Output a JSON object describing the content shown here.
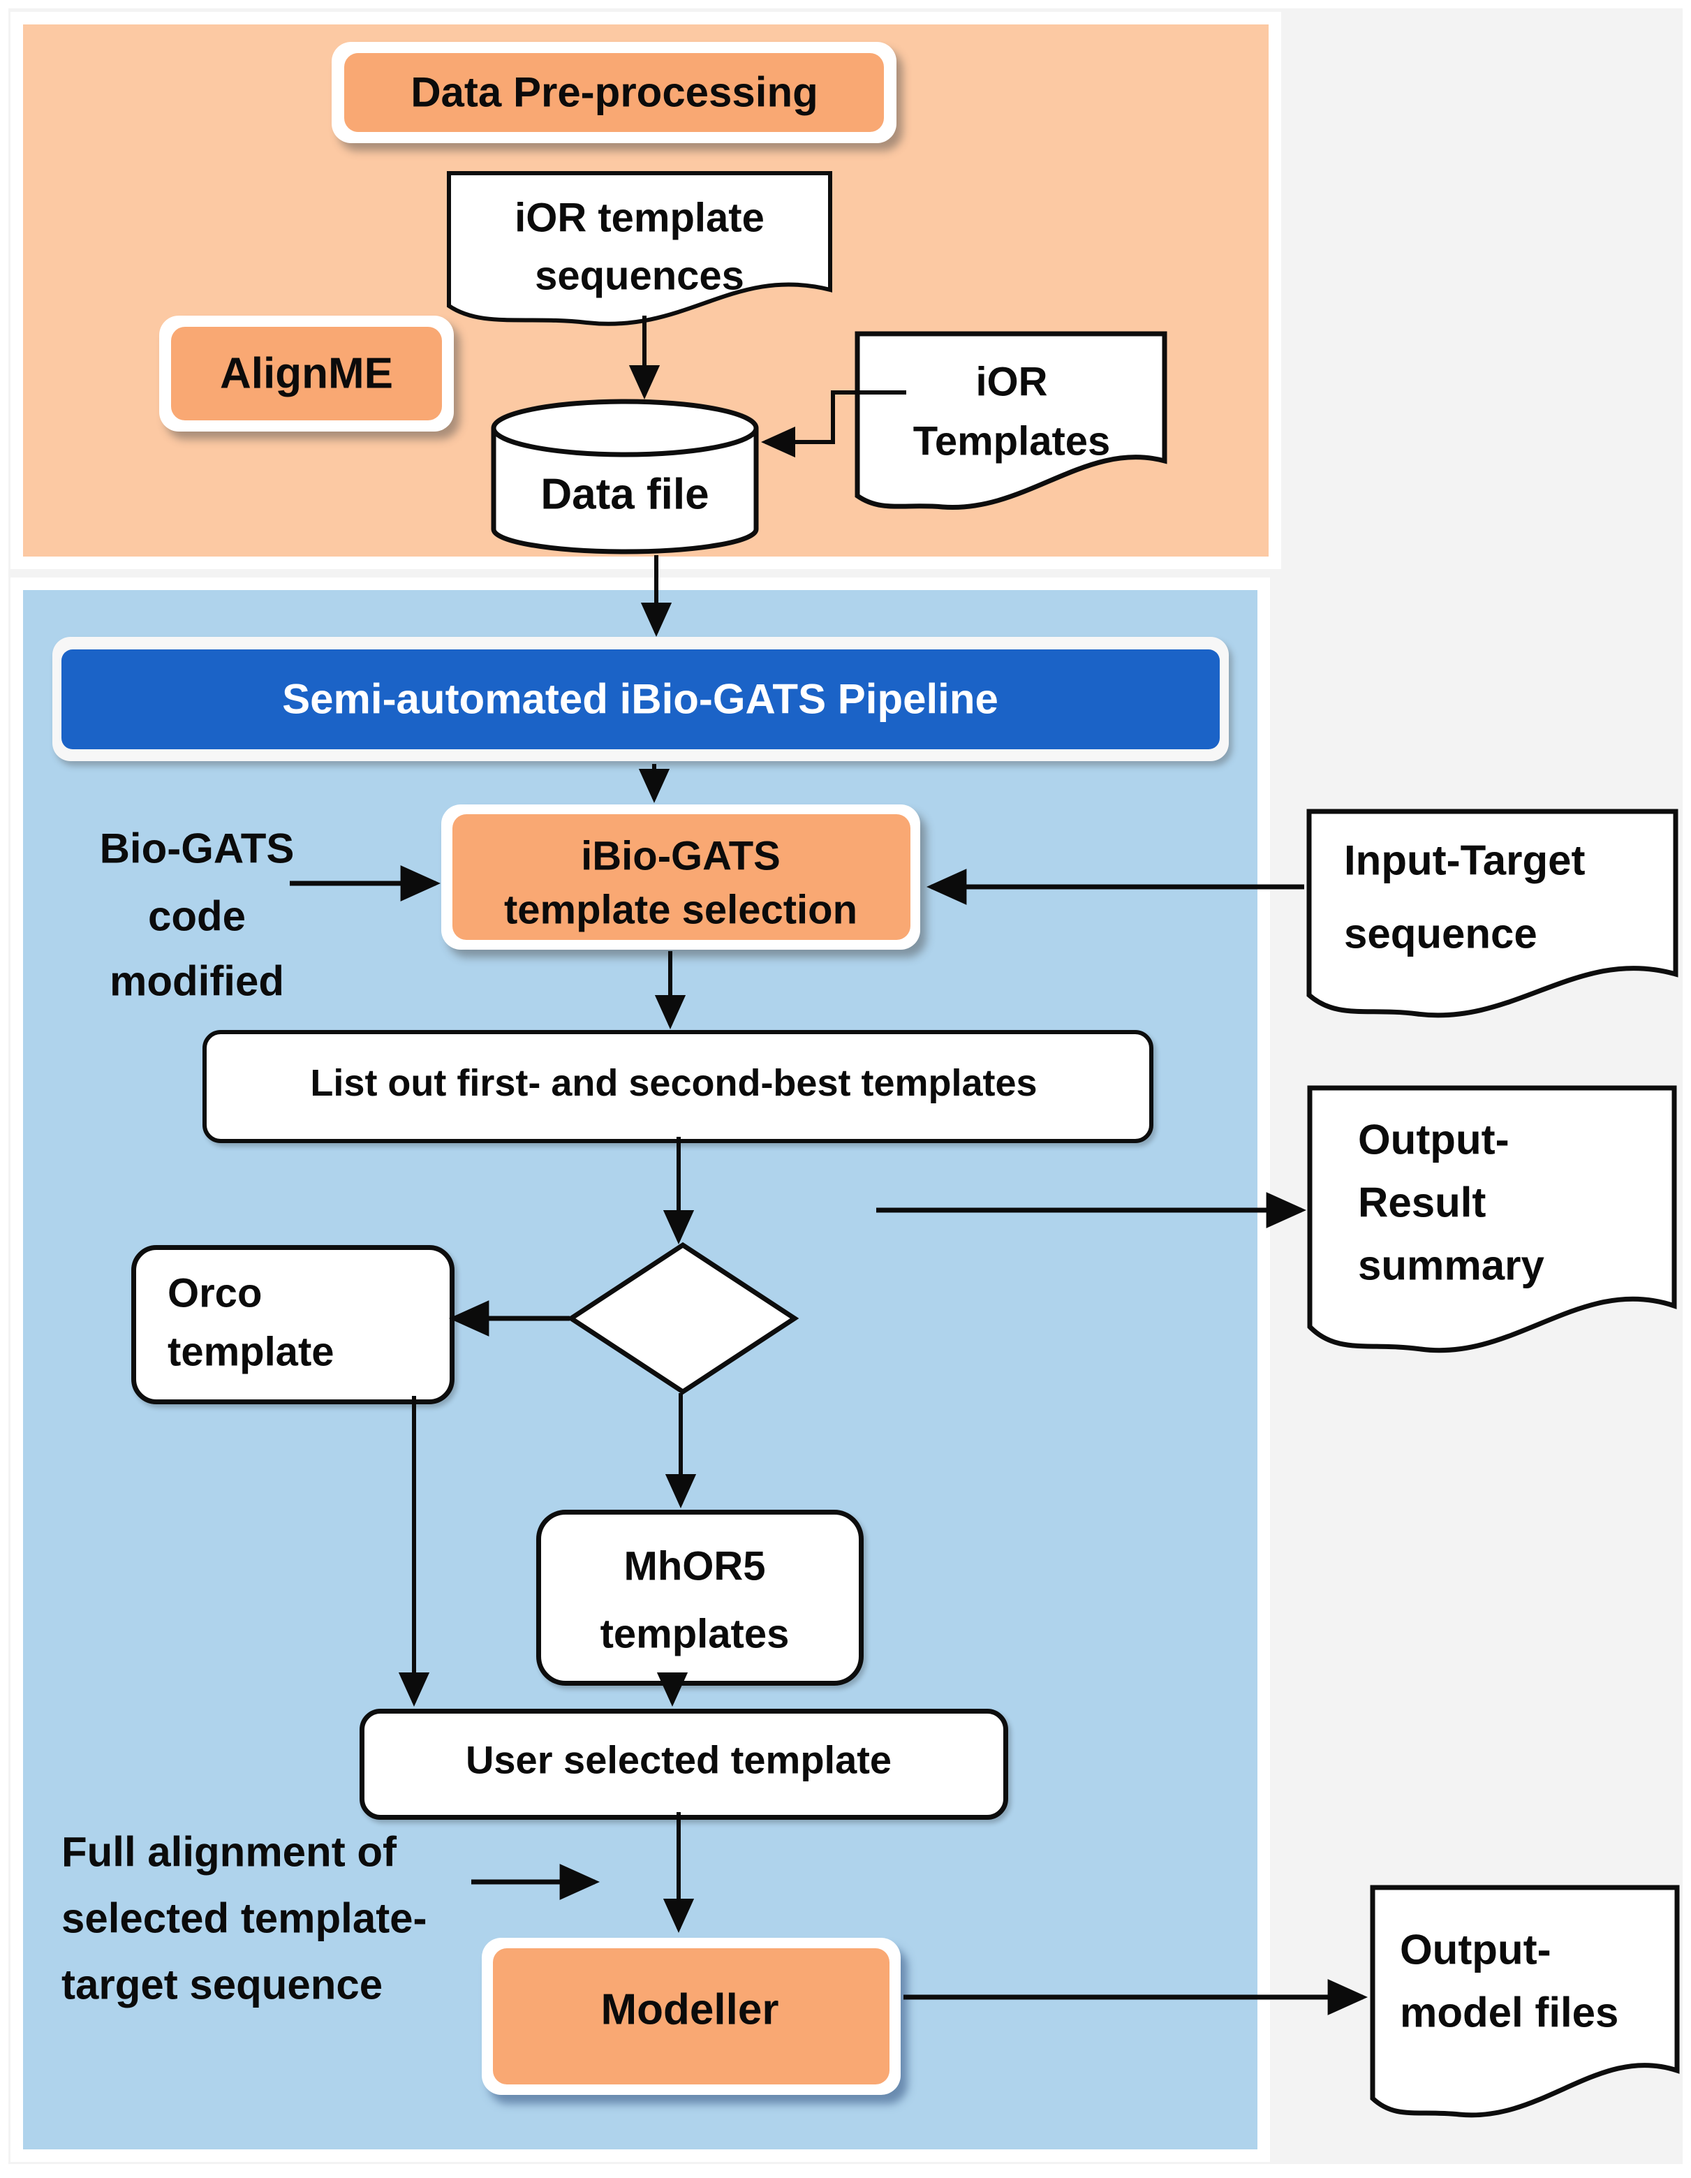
{
  "colors": {
    "panel_orange": "#fcc9a3",
    "panel_blue": "#afd3ec",
    "box_orange": "#f9a873",
    "banner_blue": "#1b63c7",
    "page_gray": "#f3f3f3"
  },
  "preprocessing": {
    "header": "Data Pre-processing",
    "alignme": "AlignME",
    "ior_sequences_line1": "iOR template",
    "ior_sequences_line2": "sequences",
    "ior_templates_line1": "iOR",
    "ior_templates_line2": "Templates",
    "data_file": "Data file"
  },
  "pipeline": {
    "banner": "Semi-automated iBio-GATS Pipeline",
    "biogats_note_line1": "Bio-GATS",
    "biogats_note_line2": "code",
    "biogats_note_line3": "modified",
    "selection_line1": "iBio-GATS",
    "selection_line2": "template selection",
    "list_out": "List out first- and second-best templates",
    "orco_line1": "Orco",
    "orco_line2": "template",
    "mhor5_line1": "MhOR5",
    "mhor5_line2": "templates",
    "user_selected": "User selected template",
    "full_alignment_line1": "Full alignment of",
    "full_alignment_line2": "selected template-",
    "full_alignment_line3": "target sequence",
    "modeller": "Modeller"
  },
  "io": {
    "input_target_line1": "Input-Target",
    "input_target_line2": "sequence",
    "output_result_line1": "Output-",
    "output_result_line2": "Result",
    "output_result_line3": "summary",
    "output_model_line1": "Output-",
    "output_model_line2": "model files"
  }
}
